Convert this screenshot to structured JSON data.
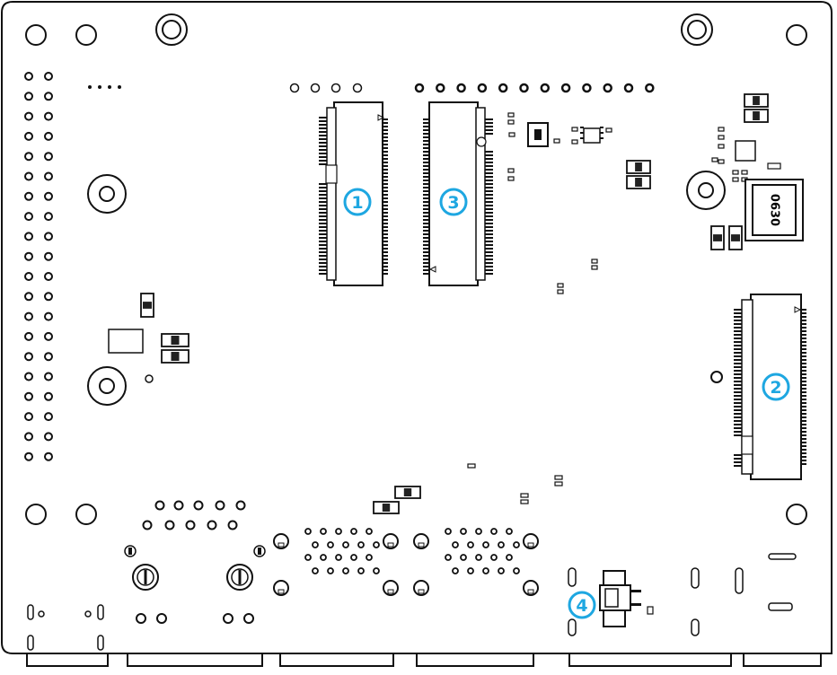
{
  "diagram": {
    "colors": {
      "outline": "#111111",
      "fill": "#ffffff",
      "marker": "#1ea7e1",
      "dark": "#222222"
    },
    "markers": [
      {
        "id": "m1",
        "label": "1"
      },
      {
        "id": "m2",
        "label": "2"
      },
      {
        "id": "m3",
        "label": "3"
      },
      {
        "id": "m4",
        "label": "4"
      }
    ],
    "inductor_label": "0630"
  }
}
